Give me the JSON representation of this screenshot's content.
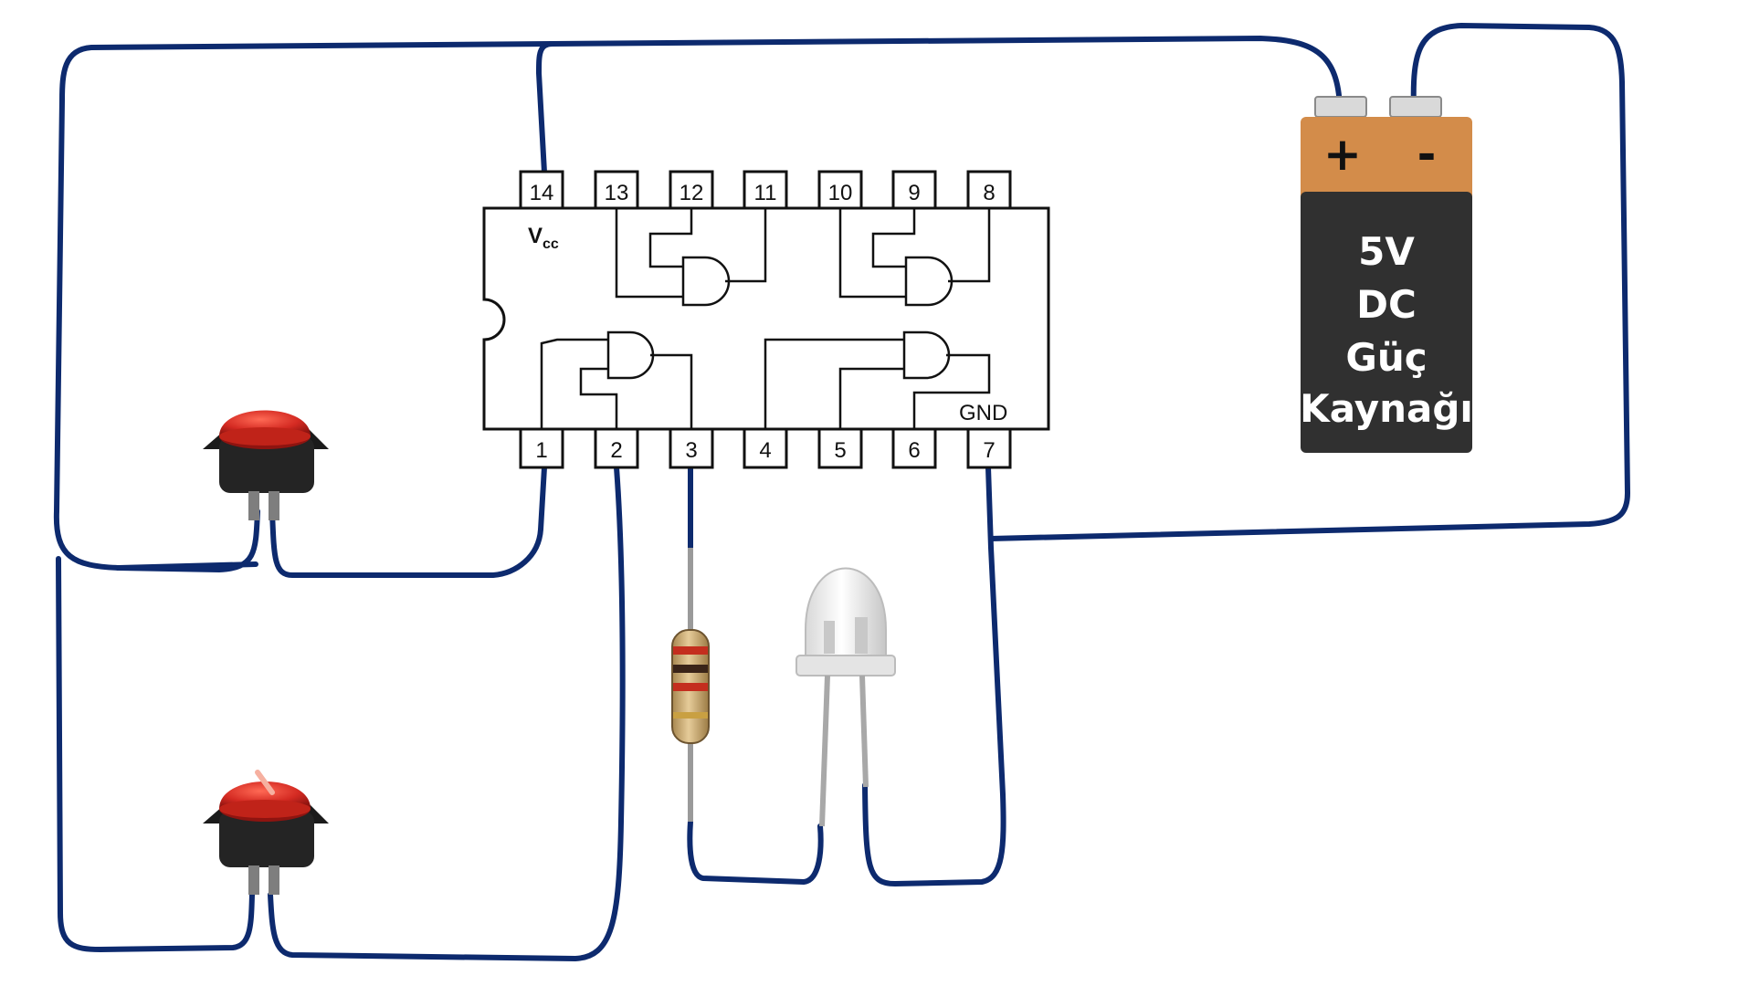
{
  "chip": {
    "vcc_main": "V",
    "vcc_sub": "cc",
    "gnd": "GND",
    "top_pins": [
      "14",
      "13",
      "12",
      "11",
      "10",
      "9",
      "8"
    ],
    "bottom_pins": [
      "1",
      "2",
      "3",
      "4",
      "5",
      "6",
      "7"
    ]
  },
  "battery": {
    "plus": "+",
    "minus": "-",
    "line1": "5V",
    "line2": "DC",
    "line3": "Güç",
    "line4": "Kaynağı",
    "top_color": "#d38c4a",
    "body_color": "#303030"
  },
  "colors": {
    "wire": "#0d2a6e",
    "button_cap": "#d42a22",
    "button_base": "#1b1b1b"
  },
  "components": {
    "buttons": [
      "push-button-top",
      "push-button-bottom"
    ],
    "resistor": "resistor",
    "led": "led"
  }
}
